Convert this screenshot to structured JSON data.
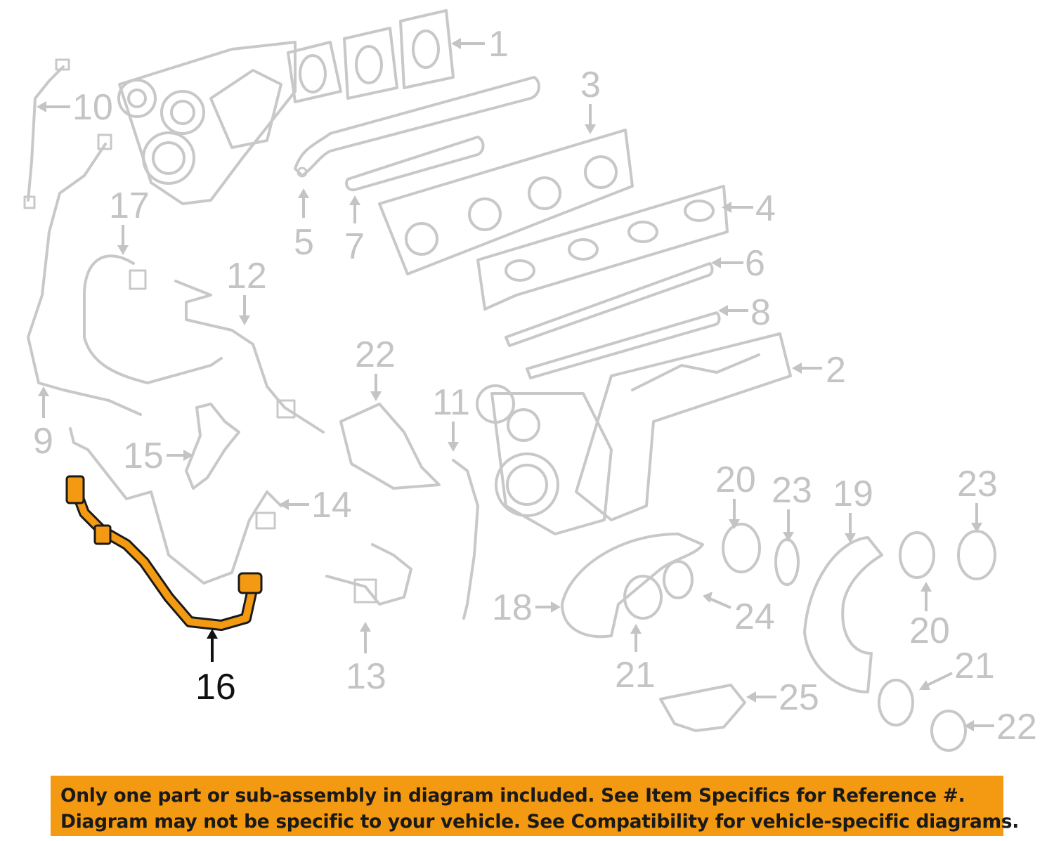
{
  "diagram": {
    "highlighted_part": "16",
    "highlight_color": "#f39a12",
    "muted_color": "#c4c4c4",
    "callouts": [
      "1",
      "2",
      "3",
      "4",
      "5",
      "6",
      "7",
      "8",
      "9",
      "10",
      "11",
      "12",
      "13",
      "14",
      "15",
      "16",
      "17",
      "18",
      "19",
      "20",
      "20",
      "21",
      "21",
      "22",
      "22",
      "23",
      "23",
      "24",
      "25"
    ]
  },
  "notice": {
    "line1": "Only one part or sub-assembly in diagram included. See Item Specifics for Reference #.",
    "line2": "Diagram may not be specific to your vehicle. See Compatibility for vehicle-specific diagrams."
  }
}
